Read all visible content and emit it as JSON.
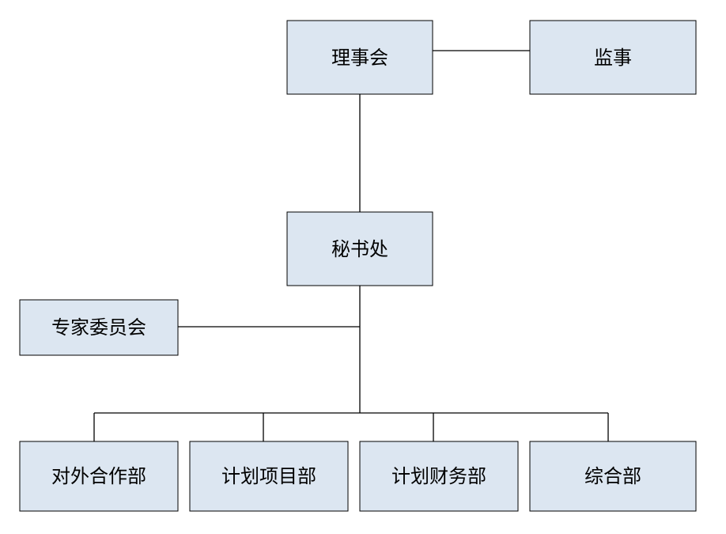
{
  "colors": {
    "node_fill": "#dce6f1",
    "node_stroke": "#000000",
    "edge": "#000000",
    "text": "#000000",
    "background": "#ffffff"
  },
  "nodes": {
    "council": "理事会",
    "supervisor": "监事",
    "secretariat": "秘书处",
    "expert_committee": "专家委员会",
    "external_cooperation": "对外合作部",
    "plan_project": "计划项目部",
    "plan_finance": "计划财务部",
    "general_affairs": "综合部"
  },
  "edges": [
    {
      "from": "council",
      "to": "supervisor"
    },
    {
      "from": "council",
      "to": "secretariat"
    },
    {
      "from": "secretariat",
      "to": "expert_committee"
    },
    {
      "from": "secretariat",
      "to": "external_cooperation"
    },
    {
      "from": "secretariat",
      "to": "plan_project"
    },
    {
      "from": "secretariat",
      "to": "plan_finance"
    },
    {
      "from": "secretariat",
      "to": "general_affairs"
    }
  ]
}
